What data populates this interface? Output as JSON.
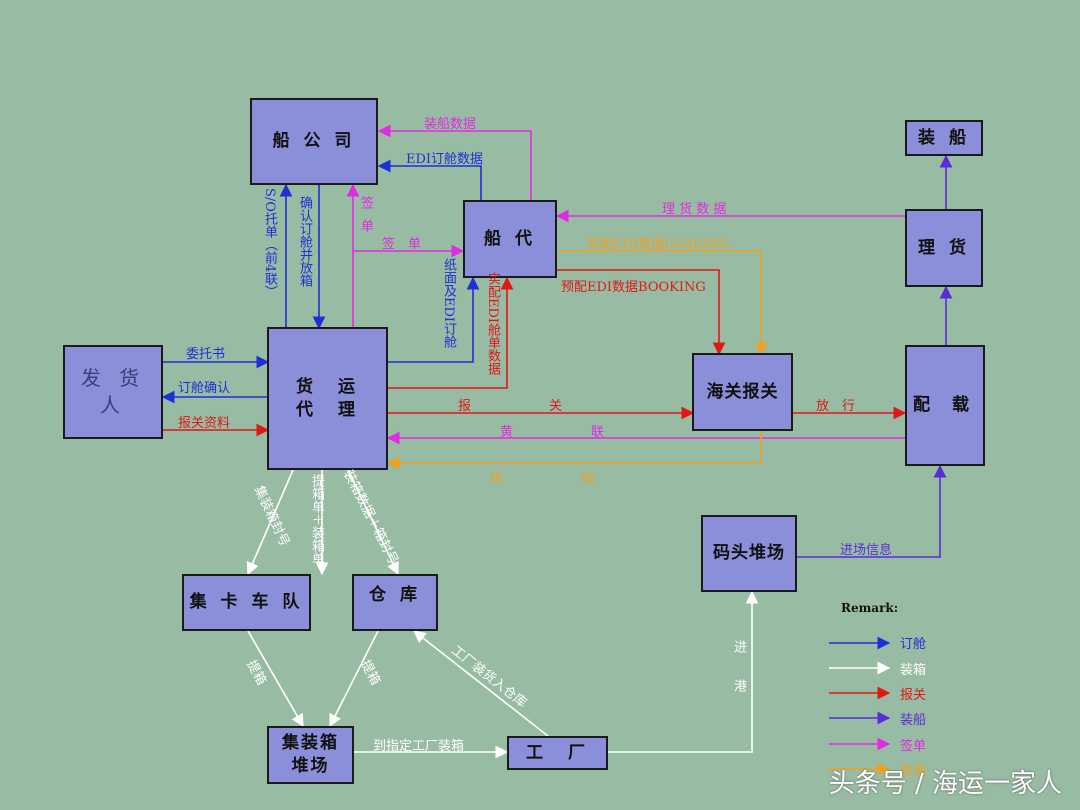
{
  "nodes": {
    "shipping_company": "船 公 司",
    "ship_agent": "船 代",
    "shipper": "发 货 人",
    "forwarder": "货　运\n代　理",
    "customs": "海关报关",
    "loading": "装 船",
    "tally": "理 货",
    "stowage": "配 载",
    "terminal_yard": "码头堆场",
    "truck_fleet": "集 卡 车 队",
    "warehouse": "仓 库",
    "container_yard": "集装箱\n堆场",
    "factory": "工　厂"
  },
  "edges": {
    "loading_data": "装船数据",
    "edi_booking_data": "EDI订舱数据",
    "so_booking": "S/O托单（前4联）",
    "confirm_booking": "确认订舱并放箱",
    "signed_bill_v": "签单",
    "signed_bill_h": "签　单",
    "paper_edi_booking": "纸面及EDI订舱",
    "actual_bill_data": "实配EDI舱单数据",
    "tally_data": "理 货 数 据",
    "actual_edi_loading": "实配EDI数据LOADING",
    "pre_edi_booking": "预配EDI数据BOOKING",
    "entrust_letter": "委托书",
    "booking_confirm": "订舱确认",
    "customs_docs": "报关资料",
    "declare": "报　　　　　　关",
    "release": "放　行",
    "yellow_copy": "黄　　　　　　联",
    "sign_off": "核　　　　　　销",
    "container_seal": "集装箱封号",
    "pickup_packing": "提箱单＋装箱单",
    "packing_data_seal": "装箱数据＋箱封号",
    "pickup_left": "提箱",
    "pickup_right": "提箱",
    "factory_to_warehouse": "工厂装货入仓库",
    "to_factory": "到指定工厂装箱",
    "enter_port": "进　　港",
    "yard_info": "进场信息"
  },
  "remark": {
    "title": "Remark:",
    "items": [
      {
        "label": "订舱",
        "color": "#1f2fd6"
      },
      {
        "label": "装箱",
        "color": "#ffffff"
      },
      {
        "label": "报关",
        "color": "#e01818"
      },
      {
        "label": "装船",
        "color": "#5a2bd8"
      },
      {
        "label": "签单",
        "color": "#e02ce0"
      },
      {
        "label": "核销",
        "color": "#f0a020"
      }
    ]
  },
  "colors": {
    "booking": "#1f2fd6",
    "packing": "#ffffff",
    "customs": "#e01818",
    "loading": "#5a2bd8",
    "signing": "#e02ce0",
    "verification": "#f0a020",
    "box_fill": "#8b8fda",
    "background": "#98bca3"
  },
  "watermark": "头条号 / 海运一家人"
}
